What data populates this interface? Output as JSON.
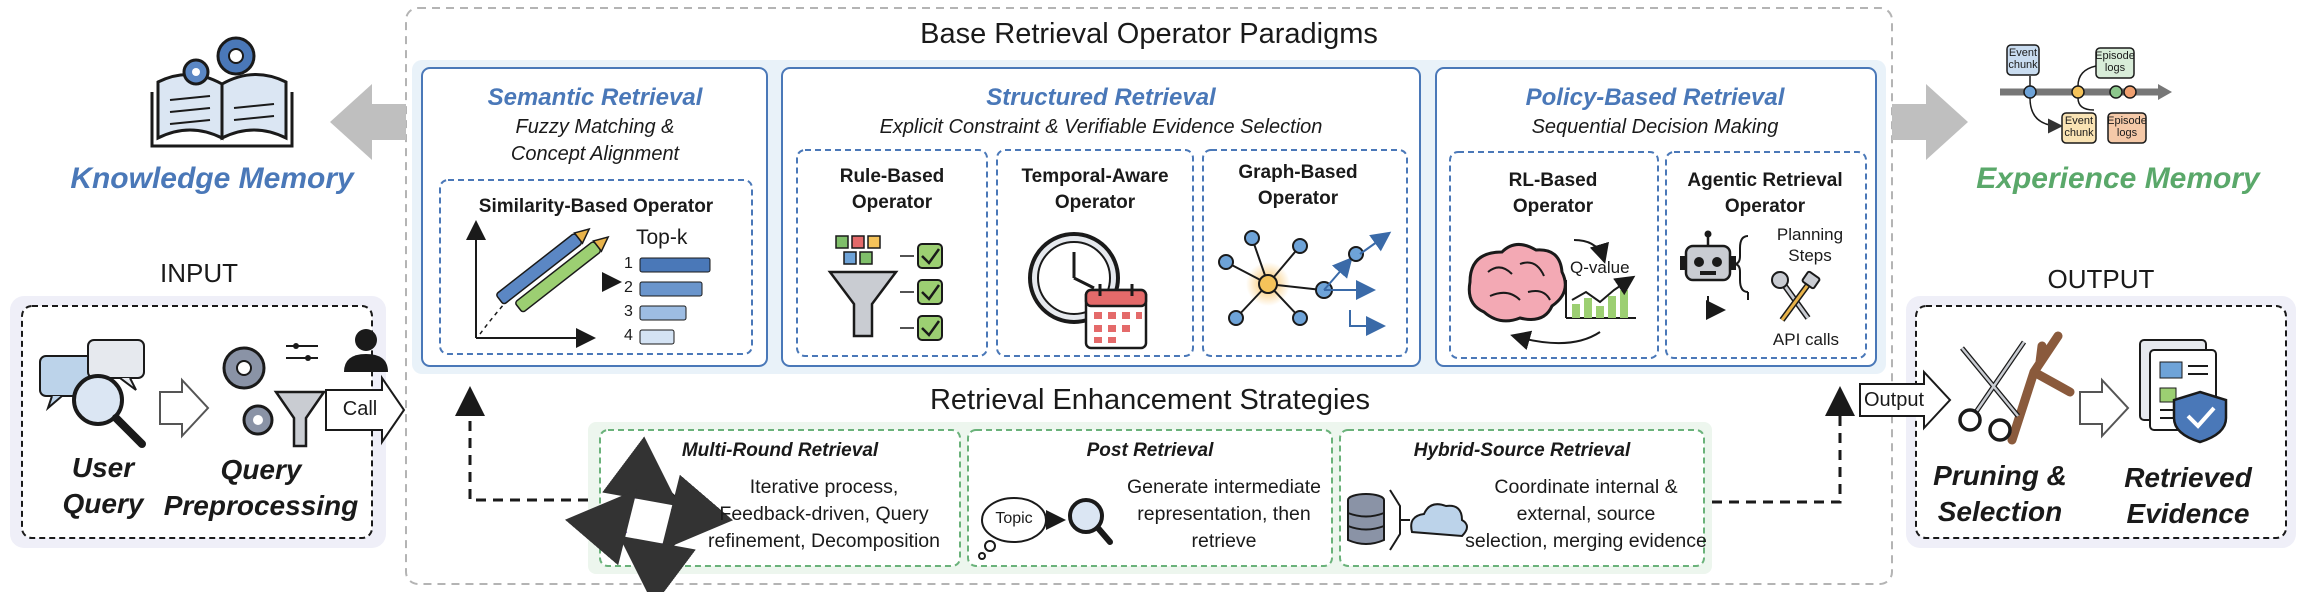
{
  "base": {
    "title": "Base Retrieval Operator Paradigms",
    "semantic": {
      "title": "Semantic Retrieval",
      "subtitle_1": "Fuzzy Matching &",
      "subtitle_2": "Concept Alignment",
      "op_title": "Similarity-Based Operator",
      "topk": "Top-k",
      "ranks": [
        "1",
        "2",
        "3",
        "4"
      ]
    },
    "structured": {
      "title": "Structured Retrieval",
      "subtitle": "Explicit Constraint & Verifiable Evidence Selection",
      "rule_1": "Rule-Based",
      "rule_2": "Operator",
      "temporal_1": "Temporal-Aware",
      "temporal_2": "Operator",
      "graph_1": "Graph-Based",
      "graph_2": "Operator"
    },
    "policy": {
      "title": "Policy-Based Retrieval",
      "subtitle": "Sequential Decision Making",
      "rl_1": "RL-Based",
      "rl_2": "Operator",
      "qvalue": "Q-value",
      "agentic_1": "Agentic Retrieval",
      "agentic_2": "Operator",
      "planning_1": "Planning",
      "planning_2": "Steps",
      "api": "API calls"
    }
  },
  "enhance": {
    "title": "Retrieval Enhancement Strategies",
    "multi": {
      "title": "Multi-Round Retrieval",
      "d1": "Iterative process,",
      "d2": "Feedback-driven, Query",
      "d3": "refinement, Decomposition"
    },
    "post": {
      "title": "Post Retrieval",
      "topic": "Topic",
      "d1": "Generate intermediate",
      "d2": "representation, then",
      "d3": "retrieve"
    },
    "hybrid": {
      "title": "Hybrid-Source Retrieval",
      "d1": "Coordinate internal &",
      "d2": "external, source",
      "d3": "selection, merging evidence"
    }
  },
  "knowledge": {
    "label": "Knowledge Memory"
  },
  "experience": {
    "label": "Experience Memory",
    "event_chunk_1": "Event",
    "event_chunk_2": "chunk",
    "episode_logs_1": "Episode",
    "episode_logs_2": "logs"
  },
  "input": {
    "label": "INPUT",
    "user_1": "User",
    "user_2": "Query",
    "prep_1": "Query",
    "prep_2": "Preprocessing",
    "call": "Call"
  },
  "output": {
    "label": "OUTPUT",
    "tag": "Output",
    "prune_1": "Pruning &",
    "prune_2": "Selection",
    "ret_1": "Retrieved",
    "ret_2": "Evidence"
  },
  "colors": {
    "blue": "#4a78b8",
    "green": "#5aa86a",
    "panel_blue": "#e9f2f9",
    "panel_green": "#edf6ee",
    "lavender": "#efeff8"
  }
}
